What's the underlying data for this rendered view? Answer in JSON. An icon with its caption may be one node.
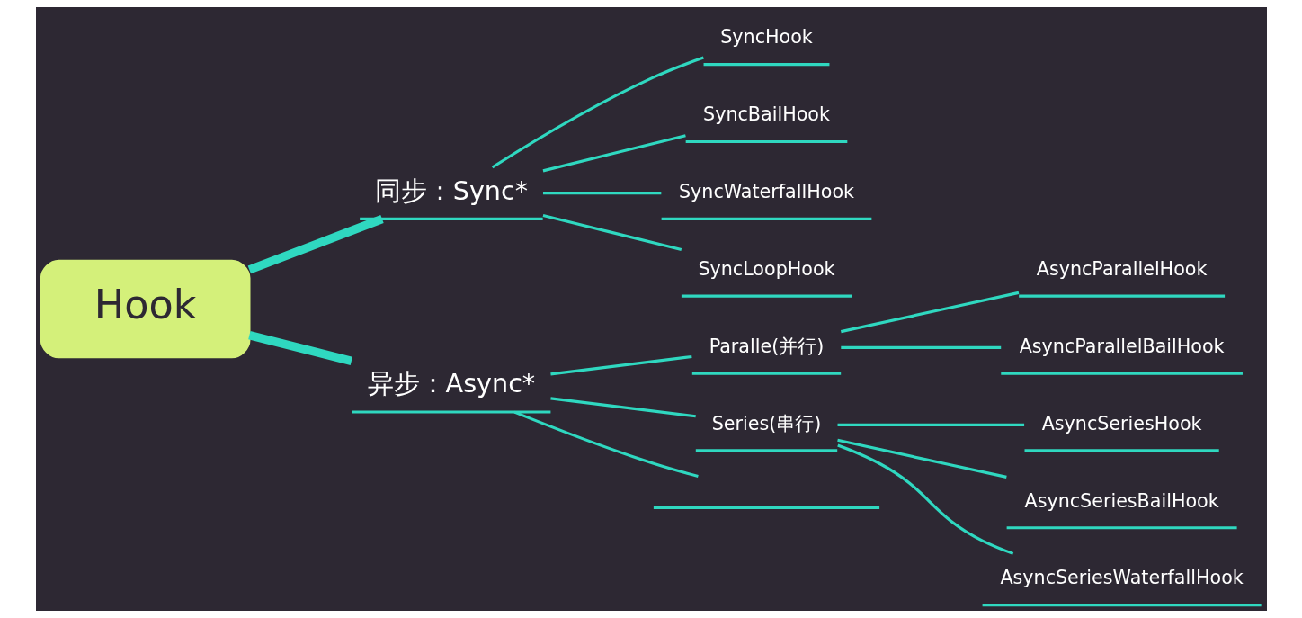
{
  "diagram": {
    "nodes": [
      {
        "text": [
          "Hook"
        ]
      },
      {
        "text": [
          "同步：Sync*"
        ]
      },
      {
        "text": [
          "SyncHook"
        ]
      },
      {
        "text": [
          "SyncBailHook"
        ]
      },
      {
        "text": [
          "SyncWaterfallHook"
        ]
      },
      {
        "text": [
          "SyncLoopHook"
        ]
      },
      {
        "text": [
          "异步：Async*"
        ]
      },
      {
        "text": [
          "Paralle(并行)"
        ]
      },
      {
        "text": [
          "AsyncParallelHook"
        ]
      },
      {
        "text": [
          "AsyncParallelBailHook"
        ]
      },
      {
        "text": [
          "Series(串行)"
        ]
      },
      {
        "text": [
          "AsyncSeriesHook"
        ]
      },
      {
        "text": [
          "AsyncSeriesBailHook"
        ]
      },
      {
        "text": [
          "AsyncSeriesWaterfallHook"
        ]
      },
      {
        "text": [],
        "shape": "bar"
      }
    ],
    "edges": [
      {
        "from": 0,
        "to": 1,
        "arrow": "none",
        "style": "thick"
      },
      {
        "from": 1,
        "to": 2,
        "arrow": "none"
      },
      {
        "from": 1,
        "to": 3,
        "arrow": "none"
      },
      {
        "from": 1,
        "to": 4,
        "arrow": "none"
      },
      {
        "from": 1,
        "to": 5,
        "arrow": "none"
      },
      {
        "from": 0,
        "to": 6,
        "arrow": "none",
        "style": "thick"
      },
      {
        "from": 6,
        "to": 7,
        "arrow": "none"
      },
      {
        "from": 7,
        "to": 8,
        "arrow": "none"
      },
      {
        "from": 7,
        "to": 9,
        "arrow": "none"
      },
      {
        "from": 6,
        "to": 10,
        "arrow": "none"
      },
      {
        "from": 10,
        "to": 11,
        "arrow": "none"
      },
      {
        "from": 10,
        "to": 12,
        "arrow": "none"
      },
      {
        "from": 10,
        "to": 13,
        "arrow": "none"
      },
      {
        "from": 6,
        "to": 14,
        "arrow": "none"
      }
    ]
  }
}
